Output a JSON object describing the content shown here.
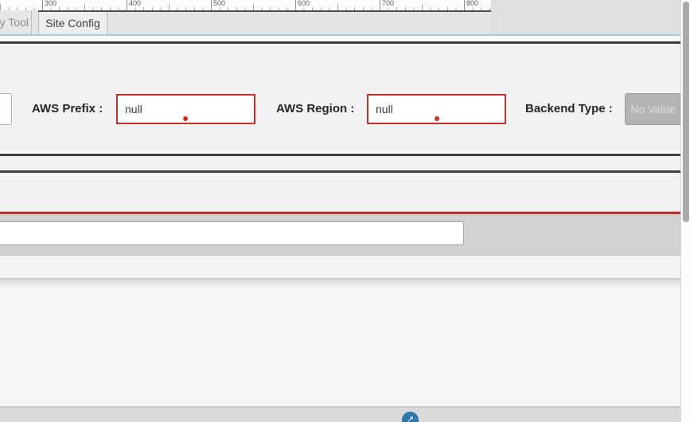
{
  "ruler": {
    "ticks": [
      "300",
      "400",
      "500",
      "600",
      "700",
      "800"
    ]
  },
  "tabs": {
    "tool_tab": "y Tool",
    "site_config_tab": "Site Config"
  },
  "form": {
    "aws_prefix": {
      "label": "AWS Prefix :",
      "value": "null"
    },
    "aws_region": {
      "label": "AWS Region :",
      "value": "null"
    },
    "backend_type": {
      "label": "Backend Type :",
      "value": "No Value"
    }
  },
  "long_input": {
    "value": ""
  },
  "fab": {
    "icon_glyph": "↗"
  },
  "colors": {
    "error_red": "#c9302c",
    "accent_blue_underline": "#a6cde5",
    "fab_blue": "#2e77ab",
    "dark_rule": "#3f3f3f",
    "gray_band": "#d2d2d2"
  }
}
